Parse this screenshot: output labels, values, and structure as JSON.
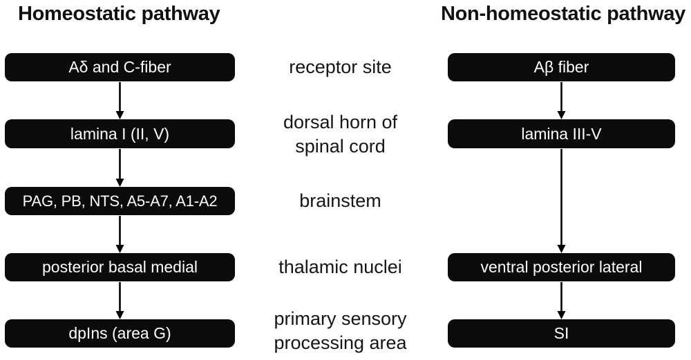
{
  "diagram": {
    "left_pathway": {
      "title": "Homeostatic pathway",
      "nodes": [
        "Aδ and C-fiber",
        "lamina I (II, V)",
        "PAG, PB, NTS, A5-A7, A1-A2",
        "posterior basal medial",
        "dpIns (area G)"
      ]
    },
    "right_pathway": {
      "title": "Non-homeostatic pathway",
      "nodes": [
        "Aβ fiber",
        "lamina III-V",
        "ventral posterior lateral",
        "SI"
      ]
    },
    "levels": [
      {
        "lines": [
          "receptor site"
        ]
      },
      {
        "lines": [
          "dorsal horn of",
          "spinal cord"
        ]
      },
      {
        "lines": [
          "brainstem"
        ]
      },
      {
        "lines": [
          "thalamic nuclei"
        ]
      },
      {
        "lines": [
          "primary sensory",
          "processing area"
        ]
      }
    ],
    "colors": {
      "background": "#ffffff",
      "node_bg": "#0b0b0b",
      "node_text": "#ffffff",
      "label_text": "#151515",
      "arrow": "#000000"
    }
  }
}
